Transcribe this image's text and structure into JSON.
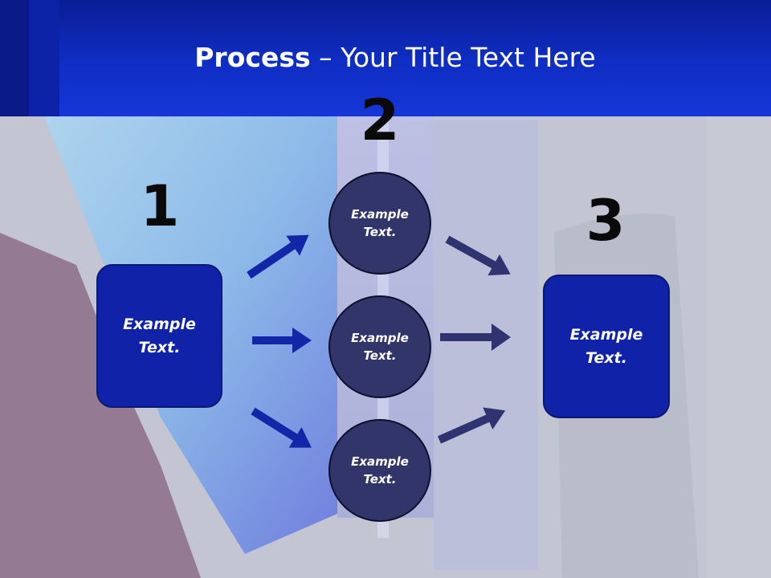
{
  "header": {
    "title_bold": "Process",
    "title_rest": " – Your Title Text Here"
  },
  "steps": {
    "step1_number": "1",
    "step2_number": "2",
    "step3_number": "3"
  },
  "nodes": {
    "left_box": {
      "line1": "Example",
      "line2": "Text."
    },
    "circle_top": {
      "line1": "Example",
      "line2": "Text."
    },
    "circle_middle": {
      "line1": "Example",
      "line2": "Text."
    },
    "circle_bottom": {
      "line1": "Example",
      "line2": "Text."
    },
    "right_box": {
      "line1": "Example",
      "line2": "Text."
    }
  },
  "colors": {
    "header": "#0f2ec4",
    "box_fill": "#0f22a8",
    "circle_fill": "#32356a",
    "left_arrow": "#1226a8",
    "right_arrow": "#2f3370",
    "background": "#c3c6d2"
  }
}
